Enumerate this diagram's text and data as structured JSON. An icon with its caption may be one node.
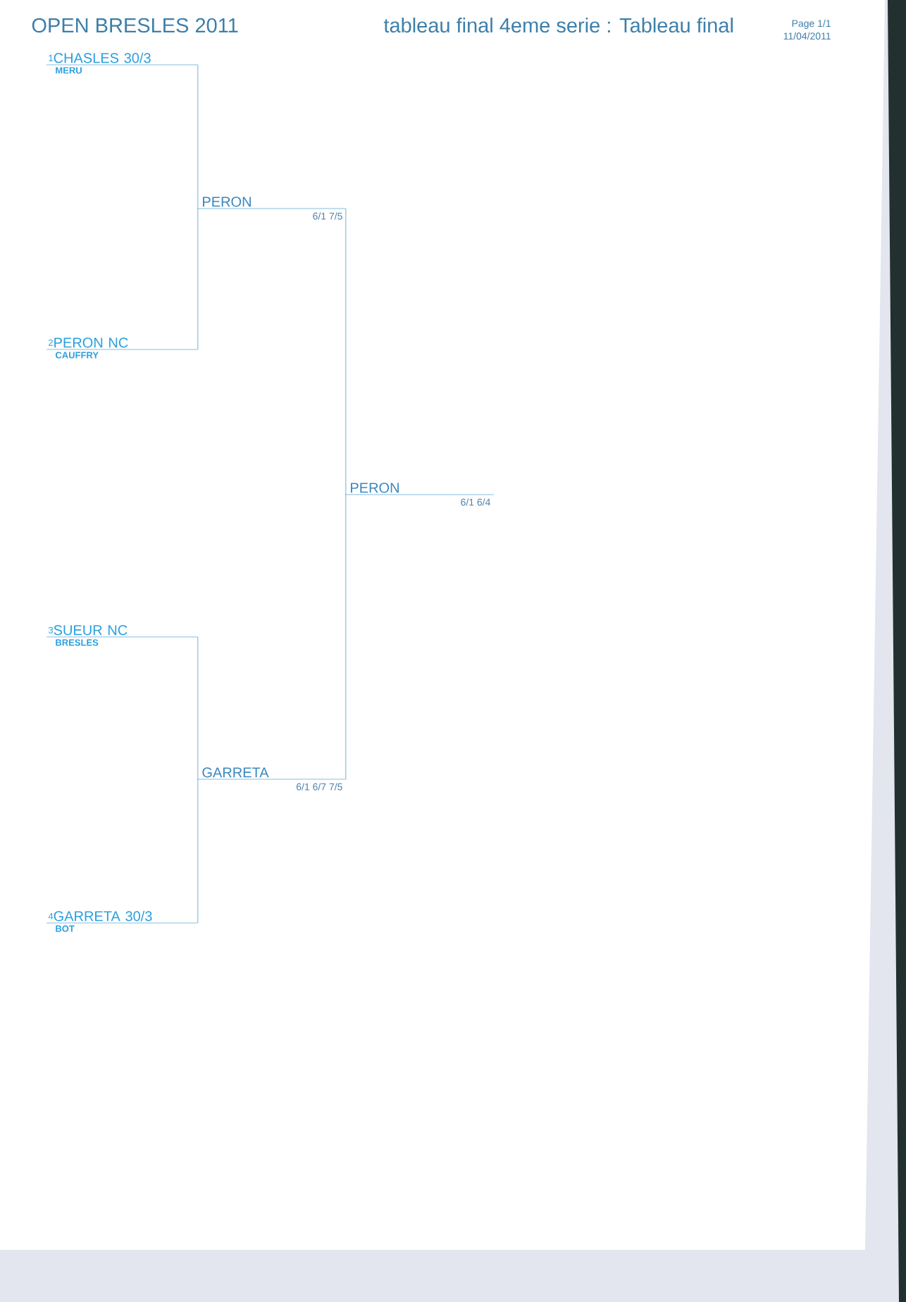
{
  "diagram": {
    "title": "OPEN BRESLES 2011",
    "nodes": [
      {
        "text": [
          "1",
          "CHASLES 30/3"
        ],
        "beside": [
          "MERU"
        ]
      },
      {
        "text": [
          "PERON"
        ],
        "beside": [
          "6/1 7/5"
        ]
      },
      {
        "text": [
          "2",
          "PERON NC"
        ],
        "beside": [
          "CAUFFRY"
        ]
      },
      {
        "text": [
          "PERON"
        ],
        "beside": [
          "6/1 6/4"
        ]
      },
      {
        "text": [
          "3",
          "SUEUR NC"
        ],
        "beside": [
          "BRESLES"
        ]
      },
      {
        "text": [
          "GARRETA"
        ],
        "beside": [
          "6/1 6/7 7/5"
        ]
      },
      {
        "text": [
          "4",
          "GARRETA 30/3"
        ],
        "beside": [
          "BOT"
        ]
      }
    ],
    "edges": [
      {
        "from": 0,
        "to": 1,
        "arrow": "none"
      },
      {
        "from": 2,
        "to": 1,
        "arrow": "none"
      },
      {
        "from": 1,
        "to": 3,
        "arrow": "none"
      },
      {
        "from": 5,
        "to": 3,
        "arrow": "none"
      },
      {
        "from": 4,
        "to": 5,
        "arrow": "none"
      },
      {
        "from": 6,
        "to": 5,
        "arrow": "none"
      }
    ],
    "labels": [
      "tableau final 4eme serie : Tableau final",
      "Page 1/1",
      "11/04/2011"
    ]
  }
}
